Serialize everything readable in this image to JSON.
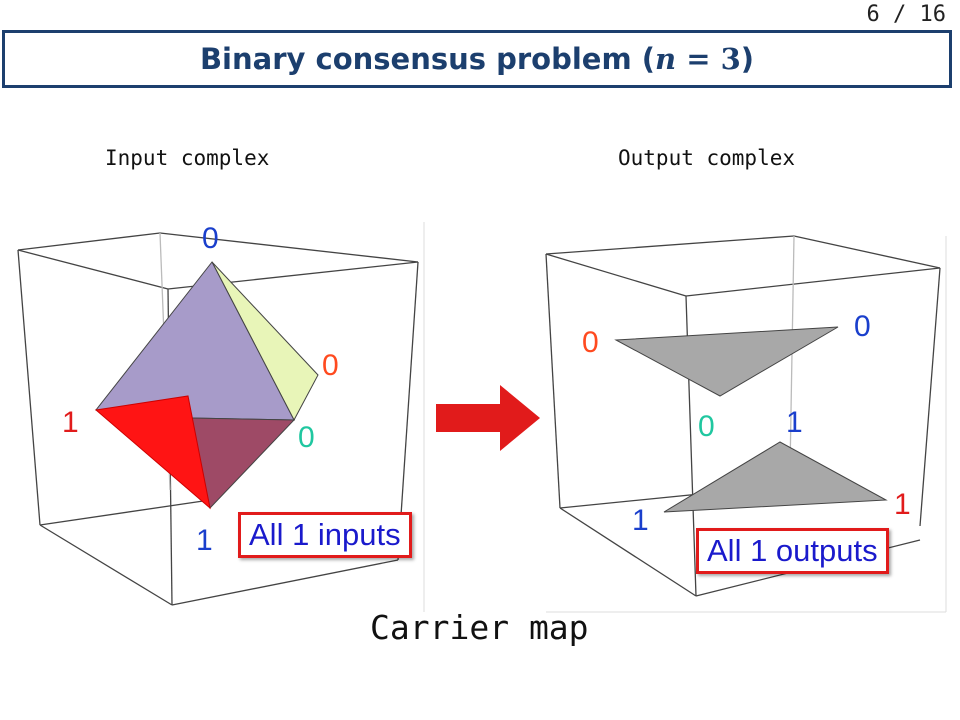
{
  "page_number": "6 / 16",
  "title": {
    "prefix": "Binary consensus problem (",
    "var": "n",
    "equals": " = 3",
    "suffix": ")"
  },
  "input_complex": {
    "label": "Input complex",
    "vertex_labels": [
      "0",
      "0",
      "1",
      "0",
      "1"
    ],
    "callout": "All 1 inputs"
  },
  "output_complex": {
    "label": "Output complex",
    "vertex_labels": [
      "0",
      "0",
      "0",
      "1",
      "1",
      "1"
    ],
    "callout": "All 1 outputs"
  },
  "carrier_map_label": "Carrier map",
  "colors": {
    "title": "#1c3f6e",
    "zero_label": "#ff4a1f",
    "zero_label_alt": "#20c7a0",
    "one_label": "#e11b1b",
    "one_label_alt": "#1a3fcc",
    "arrow": "#e11b1b",
    "callout_border": "#e11b1b",
    "callout_text": "#1a1acc"
  }
}
